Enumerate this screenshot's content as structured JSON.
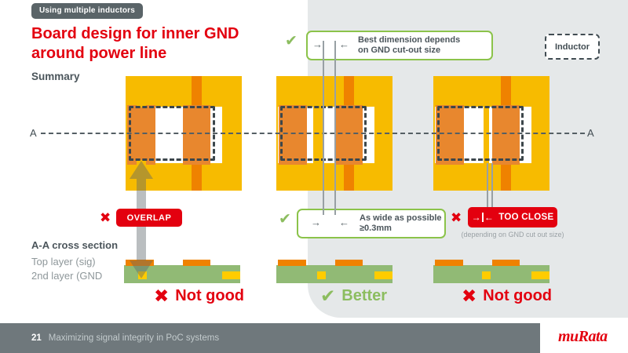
{
  "slide": {
    "badge": "Using multiple inductors",
    "title_line1": "Board design for inner GND",
    "title_line2": "around power line",
    "section_heading": "Summary"
  },
  "legend": {
    "inductor_label": "Inductor"
  },
  "section_markers": {
    "left": "A",
    "right": "A"
  },
  "icons": {
    "check": "✔",
    "cross": "✖",
    "arrow_right": "→",
    "arrow_left": "←"
  },
  "callout_top": {
    "line1": "Best dimension depends",
    "line2": "on GND cut-out size"
  },
  "callout_overlap": {
    "label": "OVERLAP"
  },
  "callout_wide": {
    "line1": "As wide as possible",
    "line2": "≥0.3mm"
  },
  "callout_too_close": {
    "label": "TOO CLOSE",
    "note": "(depending on GND cut out size)"
  },
  "cross_section": {
    "heading": "A-A cross section",
    "layer1": "Top layer (sig)",
    "layer2": "2nd layer (GND"
  },
  "verdicts": [
    {
      "label": "Not good",
      "status": "bad"
    },
    {
      "label": "Better",
      "status": "good"
    },
    {
      "label": "Not good",
      "status": "bad"
    }
  ],
  "footer": {
    "page_number": "21",
    "text": "Maximizing signal integrity in PoC systems",
    "logo": "muRata"
  },
  "colors": {
    "accent_red": "#E3000F",
    "board_yellow": "#F7BB00",
    "pad_orange": "#E8872E",
    "trace_orange": "#EF8200",
    "gnd_green": "#91BA75",
    "accent_green": "#8BC34A",
    "panel_gray": "#E5E8E9",
    "footer_gray": "#6F787C"
  }
}
